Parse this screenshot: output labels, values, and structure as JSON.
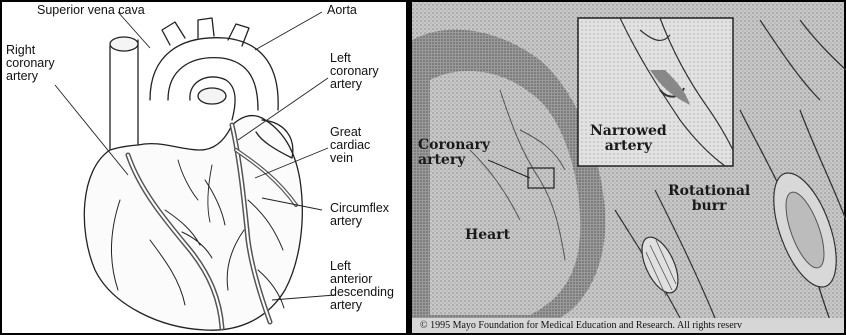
{
  "left_panel": {
    "labels": {
      "superior_vena_cava": "Superior vena cava",
      "aorta": "Aorta",
      "right_coronary_artery": "Right\ncoronary\nartery",
      "left_coronary_artery": "Left\ncoronary\nartery",
      "great_cardiac_vein": "Great\ncardiac\nvein",
      "circumflex_artery": "Circumflex\nartery",
      "left_anterior_descending_artery": "Left\nanterior\ndescending\nartery"
    }
  },
  "right_panel": {
    "labels": {
      "coronary_artery": "Coronary\nartery",
      "heart": "Heart",
      "narrowed_artery": "Narrowed\nartery",
      "rotational_burr": "Rotational\nburr"
    },
    "copyright": "© 1995 Mayo Foundation for Medical Education and Research. All rights reserv"
  },
  "colors": {
    "border": "#000000",
    "line": "#222222",
    "stipple_bg": "#bdbdbd"
  }
}
